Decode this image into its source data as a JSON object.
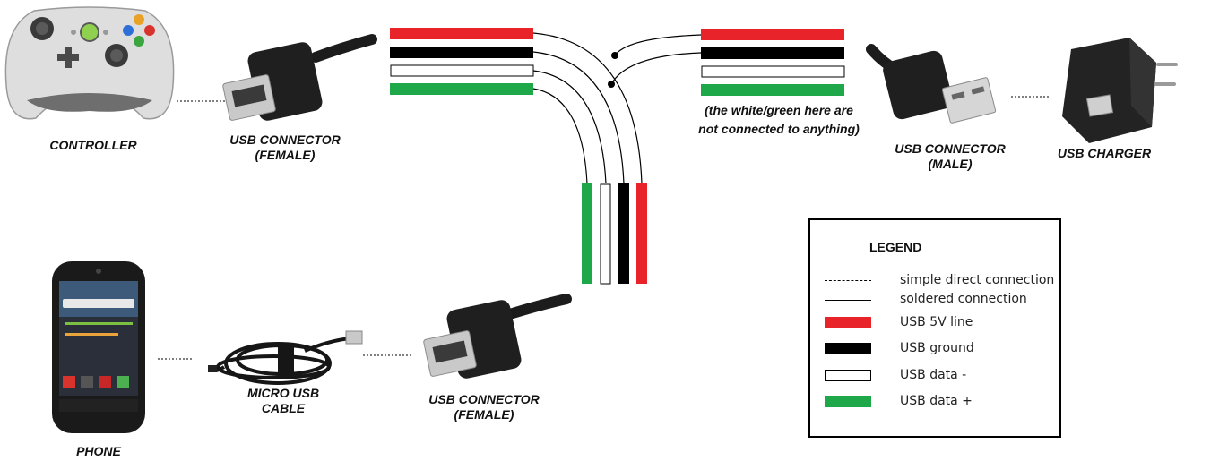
{
  "labels": {
    "controller": "CONTROLLER",
    "usb_female_top_1": "USB CONNECTOR",
    "usb_female_top_2": "(FEMALE)",
    "note_1": "(the white/green here are",
    "note_2": "not connected to anything)",
    "usb_male_1": "USB CONNECTOR",
    "usb_male_2": "(MALE)",
    "usb_charger": "USB CHARGER",
    "phone": "PHONE",
    "micro_usb_1": "MICRO USB",
    "micro_usb_2": "CABLE",
    "usb_female_bottom_1": "USB CONNECTOR",
    "usb_female_bottom_2": "(FEMALE)"
  },
  "legend": {
    "title": "LEGEND",
    "items": [
      {
        "label": "simple direct connection",
        "style": "dotted"
      },
      {
        "label": "soldered connection",
        "style": "solid"
      },
      {
        "label": "USB 5V line",
        "style": "swatch",
        "color": "#e8232a"
      },
      {
        "label": "USB ground",
        "style": "swatch",
        "color": "#000000"
      },
      {
        "label": "USB data -",
        "style": "swatch",
        "color": "#ffffff"
      },
      {
        "label": "USB data +",
        "style": "swatch",
        "color": "#1ea84a"
      }
    ]
  },
  "colors": {
    "red": "#e8232a",
    "black": "#000000",
    "white": "#ffffff",
    "green": "#1ea84a",
    "controller_body": "#dcdcdc",
    "connector_body": "#1c1c1c",
    "connector_metal": "#c8c8c8"
  }
}
